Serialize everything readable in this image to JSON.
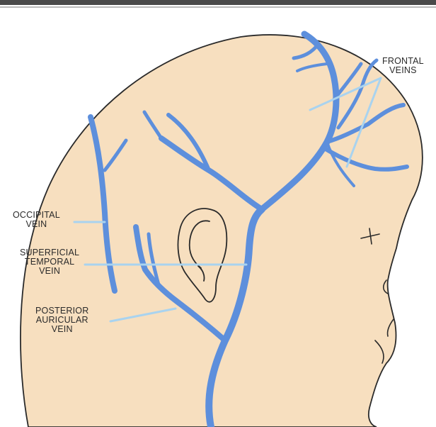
{
  "colors": {
    "page_background": "#ffffff",
    "skin": "#f7dfbf",
    "vein": "#5d8fdc",
    "leader_line": "#a9d3ef",
    "outline": "#2a2a2a",
    "top_bar": "#4a4a4a"
  },
  "labels": {
    "frontal_veins": {
      "line1": "FRONTAL",
      "line2": "VEINS"
    },
    "occipital_vein": {
      "line1": "OCCIPITAL",
      "line2": "VEIN"
    },
    "superficial_temporal_vein": {
      "line1": "SUPERFICIAL",
      "line2": "TEMPORAL",
      "line3": "VEIN"
    },
    "posterior_auricular_vein": {
      "line1": "POSTERIOR",
      "line2": "AURICULAR",
      "line3": "VEIN"
    }
  }
}
